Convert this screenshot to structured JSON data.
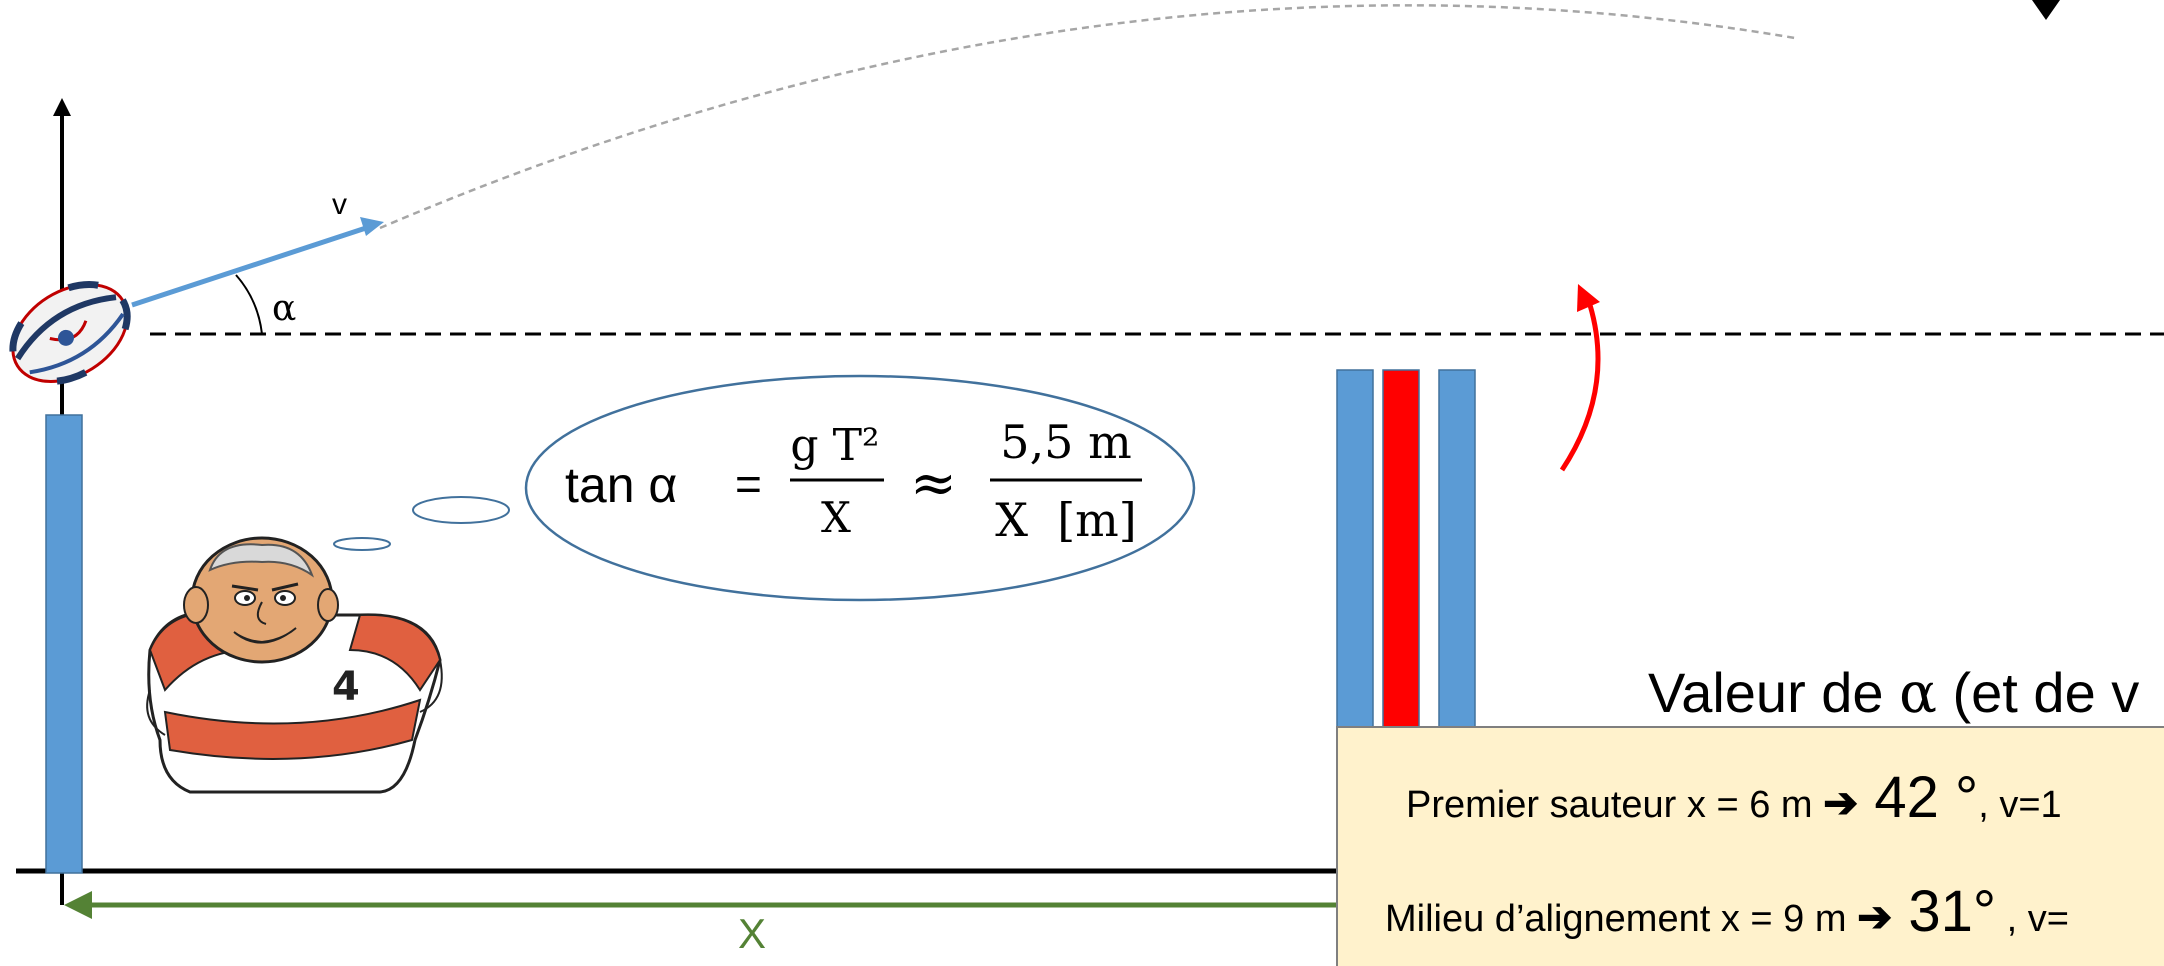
{
  "labels": {
    "velocity": "v",
    "angle": "α",
    "distance": "X"
  },
  "formula": {
    "lhs": "tan α",
    "equals": "=",
    "frac1_num": "g T²",
    "frac1_den": "X",
    "approx": "≈",
    "frac2_num": "5,5 m",
    "frac2_den": "X  [m]"
  },
  "result": {
    "title_prefix": "Valeur de ",
    "title_alpha": "α",
    "title_suffix": " (et de v",
    "line1_text": "Premier sauteur x = 6 m ",
    "line1_arrow": "➔",
    "line1_value": " 42 °",
    "line1_tail": ", v=1",
    "line2_text": "Milieu d’alignement x = 9 m ",
    "line2_arrow": "➔",
    "line2_value": " 31°",
    "line2_tail": " , v="
  },
  "colors": {
    "blue_bar": "#5b9bd5",
    "red_bar": "#ff0000",
    "green_arrow": "#548235",
    "red_arrow": "#ff0000",
    "ellipse": "#41719c",
    "result_bg": "#fff2cc"
  }
}
